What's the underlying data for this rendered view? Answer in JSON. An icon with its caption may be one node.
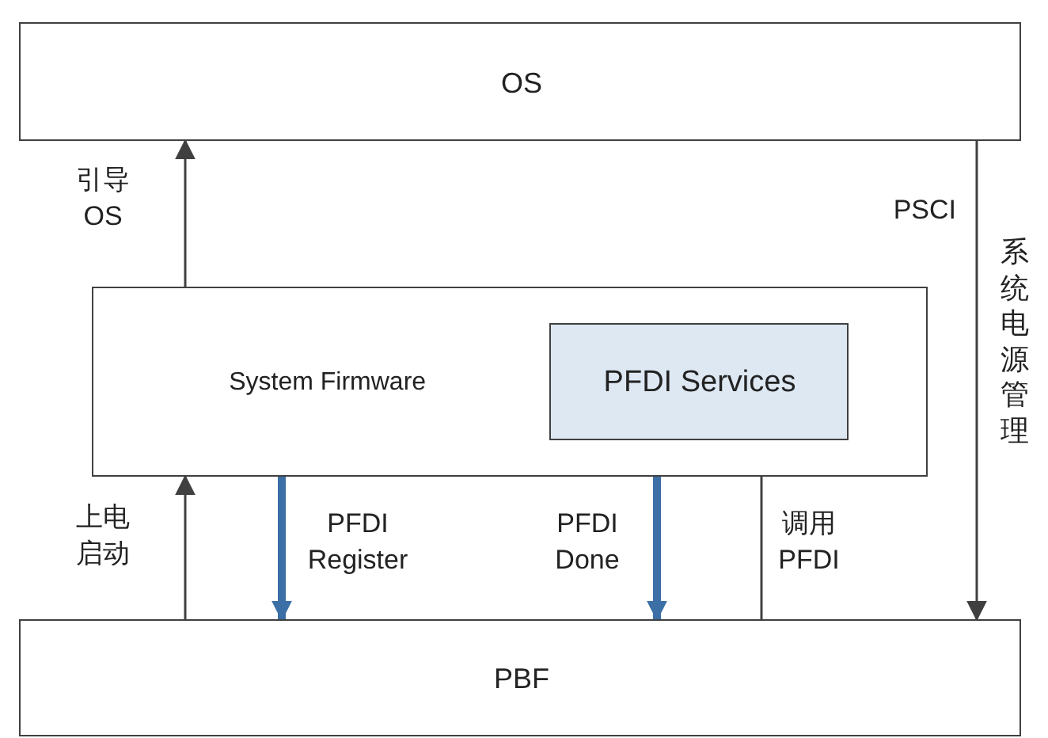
{
  "diagram": {
    "nodes": [
      {
        "text": [
          "OS"
        ]
      },
      {
        "text": [
          "System Firmware"
        ]
      },
      {
        "text": [
          "PFDI Services"
        ],
        "in": 1
      },
      {
        "text": [
          "PBF"
        ]
      }
    ],
    "edges": [
      {
        "from": 1,
        "to": 0,
        "arrow": "to",
        "label": "引导 OS"
      },
      {
        "from": 3,
        "to": 1,
        "arrow": "to",
        "label": "上电启动"
      },
      {
        "from": 1,
        "to": 3,
        "arrow": "to",
        "label": "PFDI Register",
        "style": "thick",
        "color": "#3b6fa6"
      },
      {
        "from": 2,
        "to": 3,
        "arrow": "to",
        "label": "PFDI Done",
        "style": "thick",
        "color": "#3b6fa6"
      },
      {
        "from": 3,
        "to": 2,
        "arrow": "to",
        "label": "调用 PFDI"
      },
      {
        "from": 0,
        "to": 3,
        "arrow": "to",
        "label": "PSCI"
      }
    ],
    "labels": [
      "系统电源管理"
    ]
  }
}
